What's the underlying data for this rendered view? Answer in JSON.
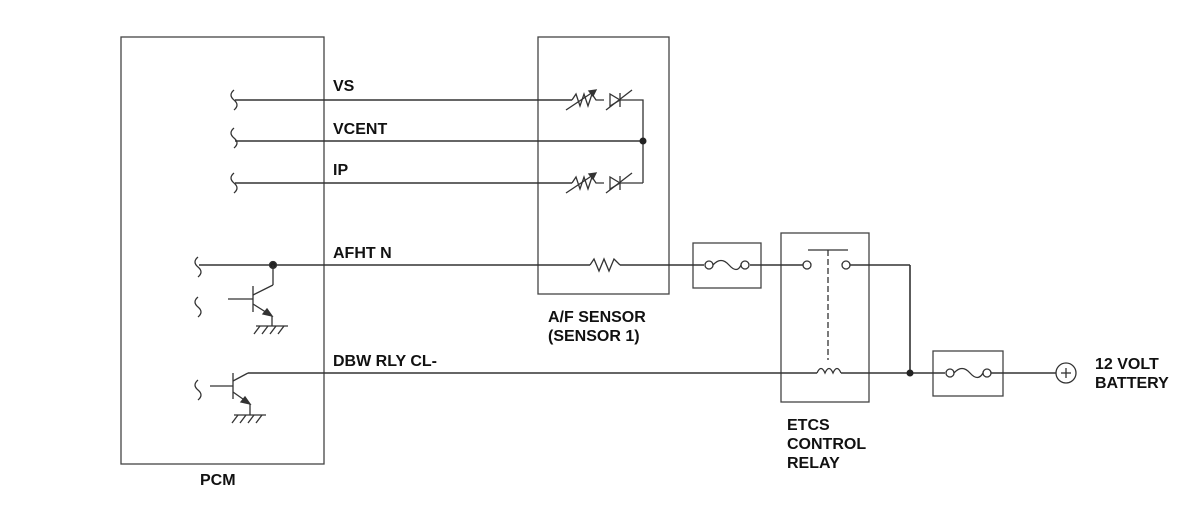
{
  "components": {
    "pcm": "PCM",
    "af_sensor": [
      "A/F SENSOR",
      "(SENSOR 1)"
    ],
    "etcs_relay": [
      "ETCS",
      "CONTROL",
      "RELAY"
    ],
    "battery": [
      "12 VOLT",
      "BATTERY"
    ]
  },
  "signals": {
    "vs": "VS",
    "vcent": "VCENT",
    "ip": "IP",
    "afht": "AFHT N",
    "dbw": "DBW RLY CL-"
  }
}
